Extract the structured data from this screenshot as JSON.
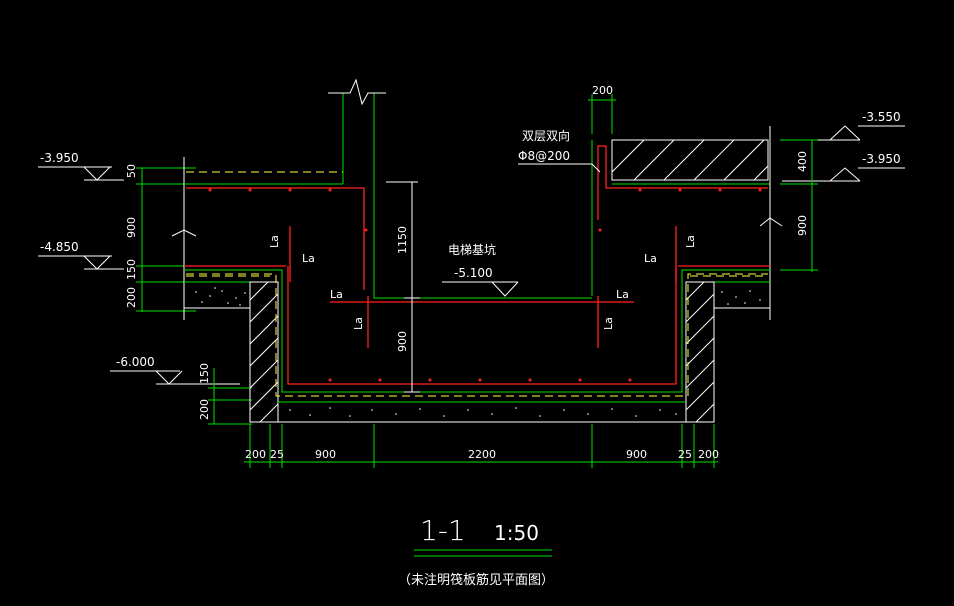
{
  "drawing": {
    "elevations": {
      "left_top": "-3.950",
      "left_mid": "-4.850",
      "pit_bottom": "-6.000",
      "right_top": "-3.550",
      "right_second": "-3.950",
      "pit_floor": "-5.100"
    },
    "labels": {
      "rebar_note_line1": "双层双向",
      "rebar_note_line2": "Φ8@200",
      "pit_name": "电梯基坑",
      "anchor": "La"
    },
    "left_vertical_dims": [
      "50",
      "900",
      "150",
      "200"
    ],
    "right_vertical_dims": [
      "400",
      "900"
    ],
    "center_vertical_dims": [
      "1150",
      "900"
    ],
    "bottom_left_dims": [
      "150",
      "200"
    ],
    "top_dim": "200",
    "bottom_dims": [
      "200",
      "25",
      "900",
      "2200",
      "900",
      "25",
      "200"
    ],
    "title": {
      "section": "1-1",
      "scale": "1:50",
      "note": "（未注明筏板筋见平面图）"
    }
  }
}
